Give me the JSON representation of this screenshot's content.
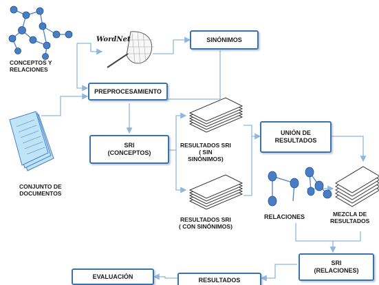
{
  "nodes": {
    "sinonimos": "SINÓNIMOS",
    "preprocesamiento": "PREPROCESAMIENTO",
    "sri_conceptos": "SRI\n(CONCEPTOS)",
    "union": "UNIÓN DE\nRESULTADOS",
    "sri_relaciones": "SRI\n(RELACIONES)",
    "evaluacion": "EVALUACIÓN",
    "resultados": "RESULTADOS"
  },
  "labels": {
    "conceptos_relaciones": "CONCEPTOS Y\nRELACIONES",
    "conjunto_documentos": "CONJUNTO DE\nDOCUMENTOS",
    "resultados_sin": "RESULTADOS SRI\n( SIN\nSINÓNIMOS)",
    "resultados_con": "RESULTADOS SRI\n( CON SINÓNIMOS)",
    "relaciones": "RELACIONES",
    "mezcla": "MEZCLA DE\nRESULTADOS"
  },
  "logo_text": "WordNet",
  "colors": {
    "box_border": "#3a72b0",
    "connector": "#8fb6e0",
    "node_fill": "#4a7ec4",
    "node_stroke": "#1f4f8f",
    "doc_fill": "#bfe3f7"
  },
  "icons": {
    "concept_graph": "network-graph-icon",
    "wordnet": "butterfly-net-icon",
    "documents": "document-stack-icon",
    "results": "paper-stack-icon",
    "relations": "relation-graph-icon"
  }
}
